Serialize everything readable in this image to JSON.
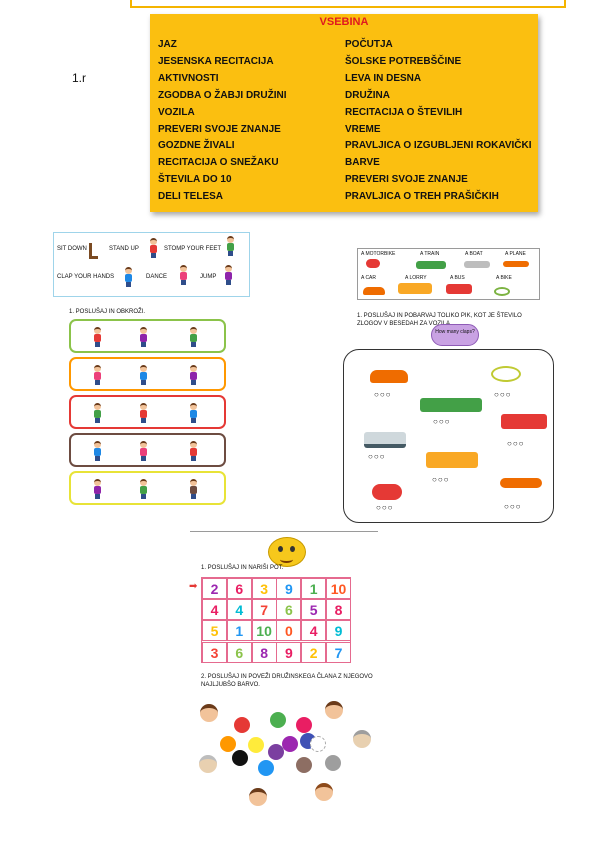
{
  "grade": "1.r",
  "toc": {
    "title": "VSEBINA",
    "left_items": [
      "JAZ",
      "JESENSKA RECITACIJA",
      "AKTIVNOSTI",
      "ZGODBA O ŽABJI DRUŽINI",
      "VOZILA",
      "PREVERI SVOJE ZNANJE",
      "GOZDNE ŽIVALI",
      "RECITACIJA O SNEŽAKU",
      "ŠTEVILA DO 10",
      "DELI TELESA"
    ],
    "right_items": [
      "POČUTJA",
      "ŠOLSKE POTREBŠČINE",
      "LEVA IN DESNA",
      "DRUŽINA",
      "RECITACIJA O ŠTEVILIH",
      "VREME",
      "PRAVLJICA O IZGUBLJENI ROKAVIČKI",
      "BARVE",
      "PREVERI SVOJE ZNANJE",
      "PRAVLJICA O TREH PRAŠIČKIH"
    ]
  },
  "actions": {
    "labels": [
      "SIT DOWN",
      "STAND UP",
      "STOMP YOUR FEET",
      "CLAP YOUR HANDS",
      "DANCE",
      "JUMP"
    ],
    "task": "1. POSLUŠAJ IN OBKROŽI.",
    "row_colors": [
      "#8bc34a",
      "#ff9800",
      "#e53935",
      "#6d4c41",
      "#e8e337"
    ]
  },
  "vehicles": {
    "labels": [
      "A MOTORBIKE",
      "A TRAIN",
      "A BOAT",
      "A PLANE",
      "A CAR",
      "A LORRY",
      "A BUS",
      "A BIKE"
    ],
    "task": "1. POSLUŠAJ IN POBARVAJ TOLIKO PIK, KOT JE ŠTEVILO ZLOGOV V BESEDAH ZA VOZILA.",
    "cloud_text": "How many claps?",
    "circles": "○○○"
  },
  "path_task": {
    "task1": "1. POSLUŠAJ IN NARIŠI POT.",
    "arrow": "➡",
    "grid": [
      [
        "2",
        "6",
        "3",
        "9",
        "1",
        "10"
      ],
      [
        "4",
        "4",
        "7",
        "6",
        "5",
        "8"
      ],
      [
        "5",
        "1",
        "10",
        "0",
        "4",
        "9"
      ],
      [
        "3",
        "6",
        "8",
        "9",
        "2",
        "7"
      ]
    ],
    "task2": "2. POSLUŠAJ IN POVEŽI DRUŽINSKEGA ČLANA Z NJEGOVO NAJLJUBŠO BARVO."
  },
  "colors": {
    "blots": [
      "#e53935",
      "#4caf50",
      "#e91e63",
      "#ffeb3b",
      "#ff9800",
      "#9c27b0",
      "#3f51b5",
      "#111111",
      "#2196f3",
      "#8d6e63",
      "#9e9e9e",
      "#7b3fa0",
      "#ffffff"
    ]
  }
}
